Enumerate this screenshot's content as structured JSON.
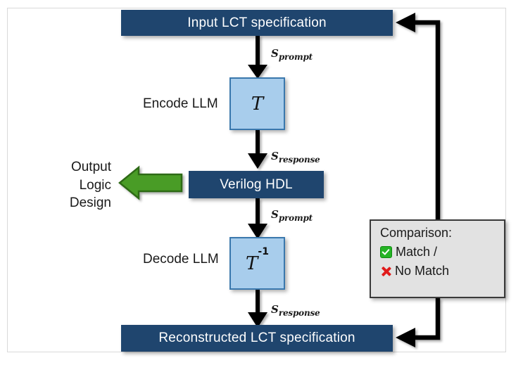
{
  "diagram": {
    "title": "LCT specification encode-decode round-trip with LLM",
    "colors": {
      "navy": "#1f456e",
      "light_blue": "#a8cdec",
      "blue_border": "#3a78ad",
      "green_arrow": "#4a9c28",
      "green_arrow_border": "#2f6b16",
      "panel_gray": "#e2e2e2",
      "panel_border": "#3a3a3a",
      "check_green": "#25b425",
      "x_red": "#e01b1b",
      "line_black": "#000000",
      "frame_gray": "#d9d9d9"
    },
    "nodes": {
      "input_spec": "Input LCT specification",
      "encode_label": "Encode LLM",
      "encode_symbol": "T",
      "verilog": "Verilog HDL",
      "output_design_lines": [
        "Output",
        "Logic",
        "Design"
      ],
      "decode_label": "Decode LLM",
      "decode_symbol": "T",
      "decode_exponent": "-1",
      "reconstructed_spec": "Reconstructed LCT specification"
    },
    "signals": {
      "s_symbol": "S",
      "prompt_sub": "prompt",
      "response_sub": "response",
      "edge1": {
        "symbol": "S",
        "subscript": "prompt"
      },
      "edge2": {
        "symbol": "S",
        "subscript": "response"
      },
      "edge3": {
        "symbol": "S",
        "subscript": "prompt"
      },
      "edge4": {
        "symbol": "S",
        "subscript": "response"
      }
    },
    "comparison": {
      "title": "Comparison:",
      "match_label": "Match /",
      "no_match_label": "No Match",
      "match_icon": "check-mark-icon",
      "no_match_icon": "cross-mark-icon"
    }
  }
}
